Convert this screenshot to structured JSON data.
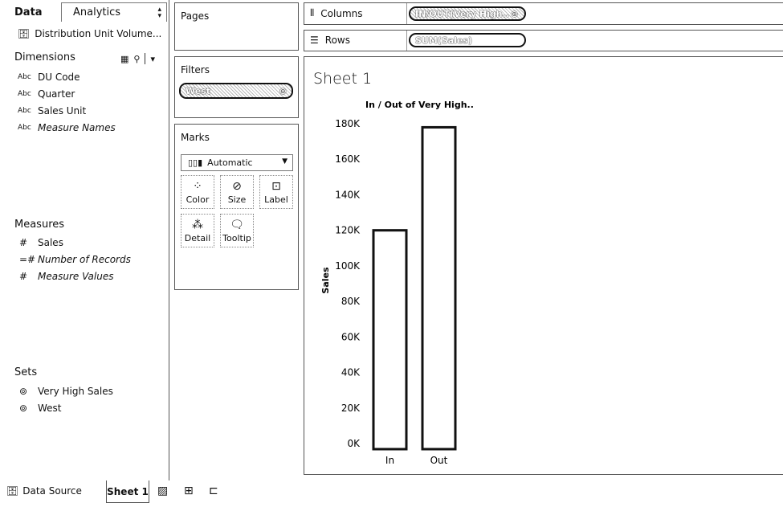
{
  "data_pane": {
    "tab_data": "Data",
    "tab_analytics": "Analytics",
    "datasource": "Distribution Unit Volume...",
    "dimensions_title": "Dimensions",
    "dimensions": [
      {
        "type": "Abc",
        "label": "DU Code"
      },
      {
        "type": "Abc",
        "label": "Quarter"
      },
      {
        "type": "Abc",
        "label": "Sales Unit"
      },
      {
        "type": "Abc",
        "label": "Measure Names"
      }
    ],
    "measures_title": "Measures",
    "measures": [
      {
        "type": "#",
        "label": "Sales"
      },
      {
        "type": "=#",
        "label": "Number of Records"
      },
      {
        "type": "#",
        "label": "Measure Values"
      }
    ],
    "sets_title": "Sets",
    "sets": [
      {
        "label": "Very High Sales"
      },
      {
        "label": "West"
      }
    ]
  },
  "shelves": {
    "pages_title": "Pages",
    "filters_title": "Filters",
    "filter_pill": "West",
    "marks_title": "Marks",
    "mark_type": "Automatic",
    "mark_buttons": [
      "Color",
      "Size",
      "Label",
      "Detail",
      "Tooltip"
    ],
    "columns_label": "Columns",
    "columns_pill": "IN/OUT(Very High..",
    "rows_label": "Rows",
    "rows_pill": "SUM(Sales)"
  },
  "view": {
    "sheet_title": "Sheet 1"
  },
  "chart_data": {
    "type": "bar",
    "title": "In / Out of Very High..",
    "categories": [
      "In",
      "Out"
    ],
    "values": [
      120000,
      178000
    ],
    "ylabel": "Sales",
    "xlabel": "",
    "ylim": [
      0,
      180000
    ],
    "yticks": [
      0,
      20000,
      40000,
      60000,
      80000,
      100000,
      120000,
      140000,
      160000,
      180000
    ],
    "ytick_labels": [
      "0K",
      "20K",
      "40K",
      "60K",
      "80K",
      "100K",
      "120K",
      "140K",
      "160K",
      "180K"
    ],
    "grid": false,
    "bar_fill": "#ffffff",
    "bar_stroke": "#111111"
  },
  "bottom_bar": {
    "data_source": "Data Source",
    "sheet_tab": "Sheet 1"
  }
}
